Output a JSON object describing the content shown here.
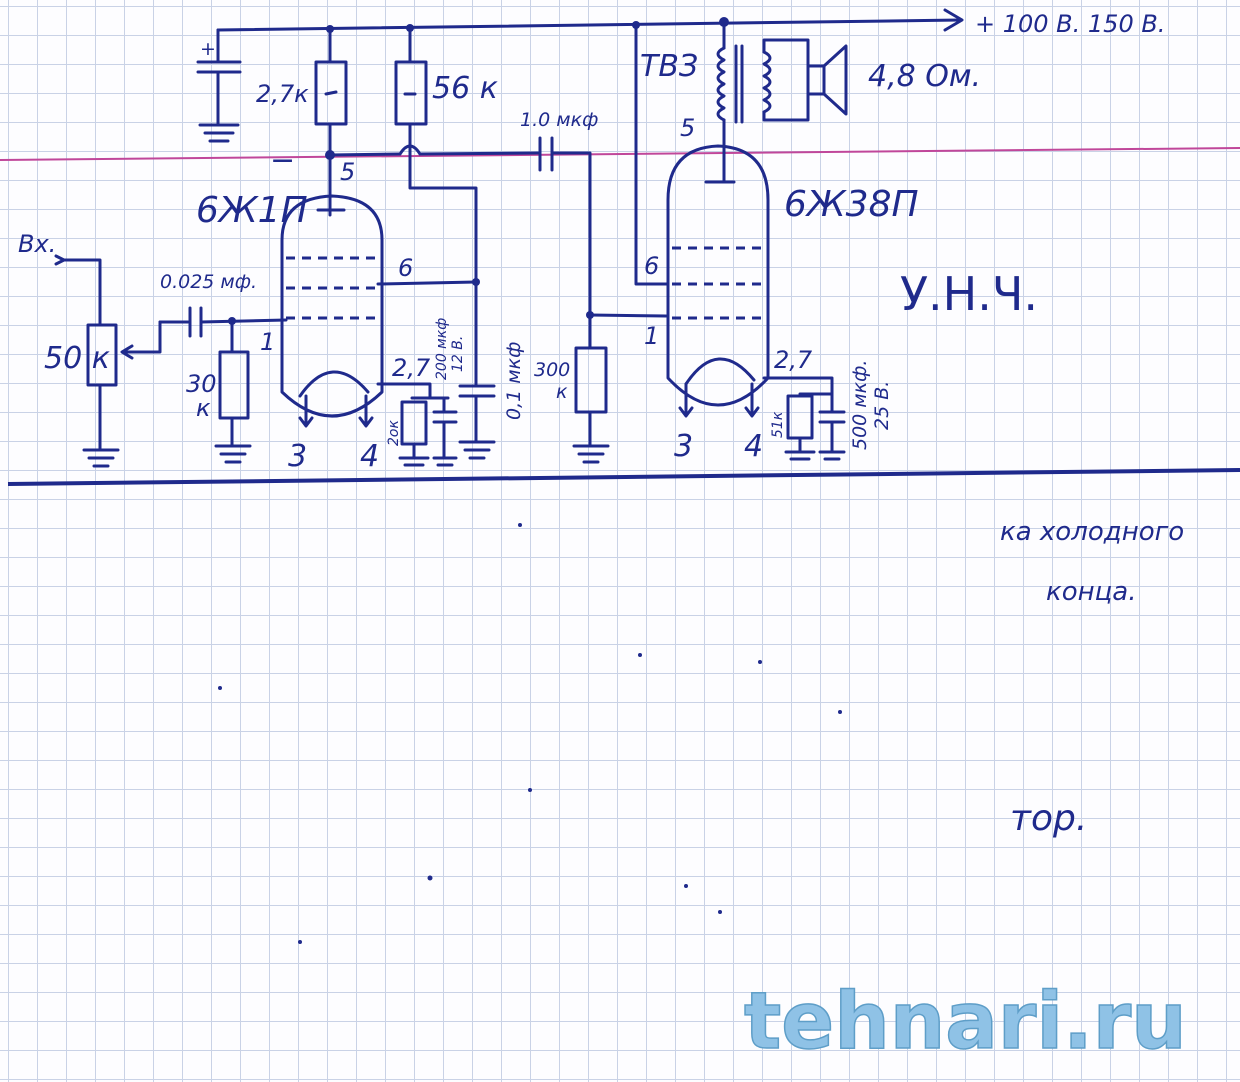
{
  "supply": {
    "label": "+ 100 В. 150 В."
  },
  "input": {
    "label": "Вх."
  },
  "tubes": {
    "v1": {
      "name": "6Ж1П",
      "pins": {
        "anode": "5",
        "screen": "6",
        "grid": "1",
        "heater_a": "3",
        "heater_b": "4"
      }
    },
    "v2": {
      "name": "6Ж38П",
      "pins": {
        "anode": "5",
        "screen": "6",
        "grid": "1",
        "heater_a": "3",
        "heater_b": "4"
      }
    }
  },
  "components": {
    "pot": "50 к",
    "c_in": "0.025 мф.",
    "r_grid1": {
      "line1": "30",
      "line2": "к"
    },
    "r_anode1": "2,7к",
    "r_screen1": "56 к",
    "c_couple": "1.0 мкф",
    "c_screen1": "0,1 мкф",
    "r_cath1_label": "2,7",
    "r_cath1_val": "2ок",
    "c_cath1": {
      "line1": "200 мкф",
      "line2": "12 В."
    },
    "r_grid2": {
      "line1": "300",
      "line2": "к"
    },
    "r_cath2_label": "2,7",
    "r_cath2_val": "51к",
    "c_cath2": {
      "line1": "500 мкф.",
      "line2": "25 В."
    },
    "transformer": "ТВЗ",
    "speaker": "4,8 Ом.",
    "plus_sign": "+",
    "minus_sign": "−"
  },
  "title": "У.Н.Ч.",
  "notes": {
    "line1": "ка холодного",
    "line2": "конца.",
    "line3": "тор."
  },
  "watermark": "tehnari.ru",
  "colors": {
    "ink": "#1f2a8c",
    "grid": "#c9d2e6",
    "margin_line": "#c0479a",
    "watermark": "#8fc2e6"
  }
}
